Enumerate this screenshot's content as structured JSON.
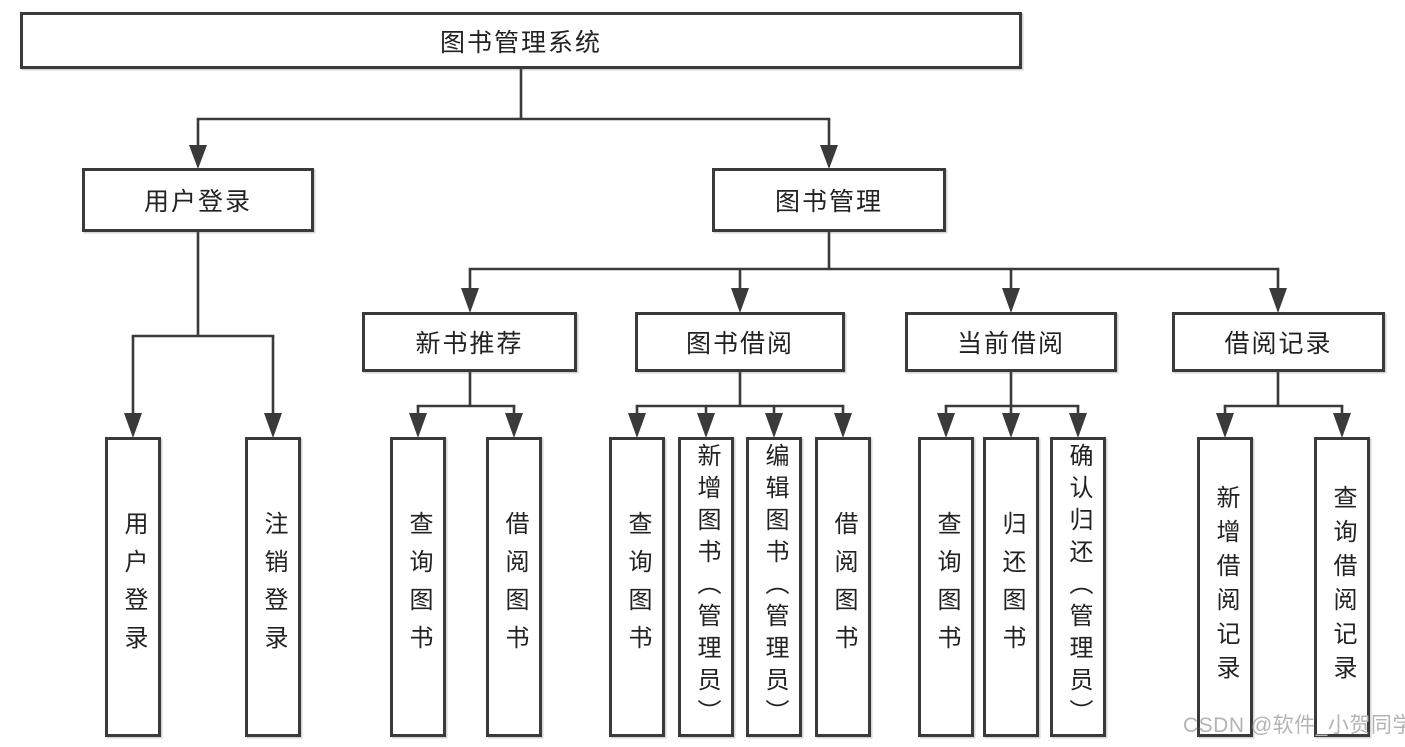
{
  "tree": {
    "root": {
      "label": "图书管理系统"
    },
    "level2": [
      {
        "label": "用户登录"
      },
      {
        "label": "图书管理"
      }
    ],
    "level3": [
      {
        "label": "新书推荐"
      },
      {
        "label": "图书借阅"
      },
      {
        "label": "当前借阅"
      },
      {
        "label": "借阅记录"
      }
    ],
    "leaves": {
      "user_login": [
        {
          "label": "用户登录"
        },
        {
          "label": "注销登录"
        }
      ],
      "new_book_recommend": [
        {
          "label": "查询图书"
        },
        {
          "label": "借阅图书"
        }
      ],
      "book_borrow": [
        {
          "label": "查询图书"
        },
        {
          "label": "新增图书（管理员）"
        },
        {
          "label": "编辑图书（管理员）"
        },
        {
          "label": "借阅图书"
        }
      ],
      "current_borrow": [
        {
          "label": "查询图书"
        },
        {
          "label": "归还图书"
        },
        {
          "label": "确认归还（管理员）"
        }
      ],
      "borrow_records": [
        {
          "label": "新增借阅记录"
        },
        {
          "label": "查询借阅记录"
        }
      ]
    }
  },
  "watermark": {
    "text": "CSDN @软件_小贺同学"
  },
  "colors": {
    "line": "#3a3a3a",
    "text": "#222222",
    "watermark": "#b4b4b4",
    "background": "#ffffff"
  }
}
